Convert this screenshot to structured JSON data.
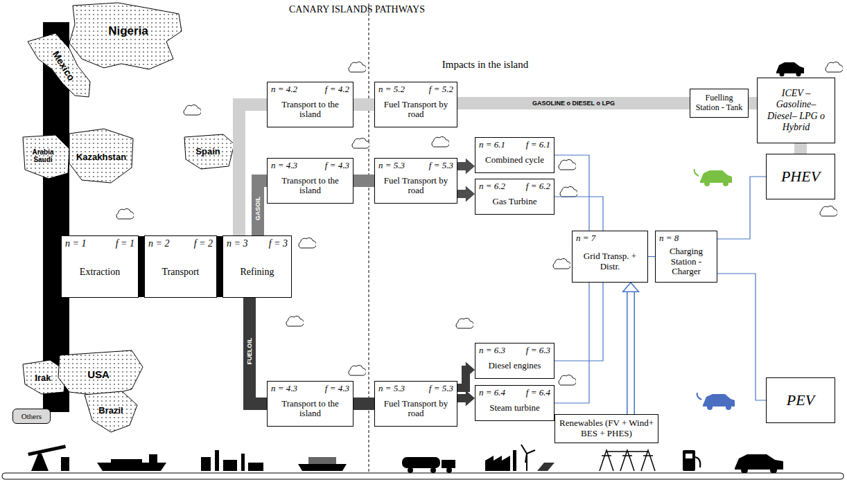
{
  "diagram": {
    "title": "CANARY ISLANDS PATHWAYS",
    "nodes": [
      {
        "text": [
          "n = 1",
          "f = 1",
          "Extraction"
        ]
      },
      {
        "text": [
          "n = 2",
          "f = 2",
          "Transport"
        ]
      },
      {
        "text": [
          "n = 3",
          "f = 3",
          "Refining"
        ]
      },
      {
        "text": [
          "n = 4.2",
          "f = 4.2",
          "Transport to the island"
        ]
      },
      {
        "text": [
          "n = 5.2",
          "f = 5.2",
          "Fuel Transport by road"
        ]
      },
      {
        "text": [
          "n = 4.3",
          "f = 4.3",
          "Transport to the island"
        ]
      },
      {
        "text": [
          "n = 5.3",
          "f = 5.3",
          "Fuel Transport by road"
        ]
      },
      {
        "text": [
          "n = 6.1",
          "f = 6.1",
          "Combined cycle"
        ]
      },
      {
        "text": [
          "n = 6.2",
          "f = 6.2",
          "Gas Turbine"
        ]
      },
      {
        "text": [
          "n = 4.3",
          "f = 4.3",
          "Transport to the island"
        ]
      },
      {
        "text": [
          "n = 5.3",
          "f = 5.3",
          "Fuel Transport by road"
        ]
      },
      {
        "text": [
          "n = 6.3",
          "f = 6.3",
          "Diesel engines"
        ]
      },
      {
        "text": [
          "n = 6.4",
          "f = 6.4",
          "Steam turbine"
        ]
      },
      {
        "text": [
          "n = 7",
          "Grid Transp. + Distr."
        ]
      },
      {
        "text": [
          "n = 8",
          "Charging Station - Charger"
        ]
      },
      {
        "text": [
          "Renewables (FV + Wind+ BES + PHES)"
        ]
      },
      {
        "text": [
          "Fuelling Station - Tank"
        ]
      },
      {
        "text": [
          "ICEV – Gasoline– Diesel– LPG o Hybrid"
        ]
      },
      {
        "text": [
          "PHEV"
        ]
      },
      {
        "text": [
          "PEV"
        ]
      },
      {
        "text": [
          "Others"
        ]
      }
    ],
    "edges": [
      {
        "from": 0,
        "to": 1,
        "arrow": "none"
      },
      {
        "from": 1,
        "to": 2,
        "arrow": "none"
      },
      {
        "from": 2,
        "to": 3,
        "arrow": "none"
      },
      {
        "from": 3,
        "to": 4,
        "arrow": "none"
      },
      {
        "from": 4,
        "to": 16,
        "label": "GASOLINE o DIESEL o LPG",
        "arrow": "none"
      },
      {
        "from": 16,
        "to": 17,
        "arrow": "none"
      },
      {
        "from": 17,
        "to": 18,
        "arrow": "none"
      },
      {
        "from": 2,
        "to": 5,
        "label": "GASOIL",
        "arrow": "none"
      },
      {
        "from": 5,
        "to": 6,
        "arrow": "none"
      },
      {
        "from": 6,
        "to": 7,
        "arrow": "to"
      },
      {
        "from": 6,
        "to": 8,
        "arrow": "to"
      },
      {
        "from": 2,
        "to": 9,
        "label": "FUELOIL",
        "arrow": "none"
      },
      {
        "from": 9,
        "to": 10,
        "arrow": "none"
      },
      {
        "from": 10,
        "to": 11,
        "arrow": "to"
      },
      {
        "from": 10,
        "to": 12,
        "arrow": "to"
      },
      {
        "from": 7,
        "to": 13,
        "arrow": "none"
      },
      {
        "from": 8,
        "to": 13,
        "arrow": "none"
      },
      {
        "from": 11,
        "to": 13,
        "arrow": "none"
      },
      {
        "from": 12,
        "to": 13,
        "arrow": "none"
      },
      {
        "from": 15,
        "to": 13,
        "arrow": "to"
      },
      {
        "from": 13,
        "to": 14,
        "arrow": "none"
      },
      {
        "from": 14,
        "to": 18,
        "arrow": "none"
      },
      {
        "from": 14,
        "to": 19,
        "arrow": "none"
      }
    ],
    "labels": [
      "Impacts in the island",
      "Nigeria",
      "Mexico",
      "Arabia Saudi",
      "Kazakhstan",
      "Spain",
      "Irak",
      "USA",
      "Brazil"
    ]
  }
}
